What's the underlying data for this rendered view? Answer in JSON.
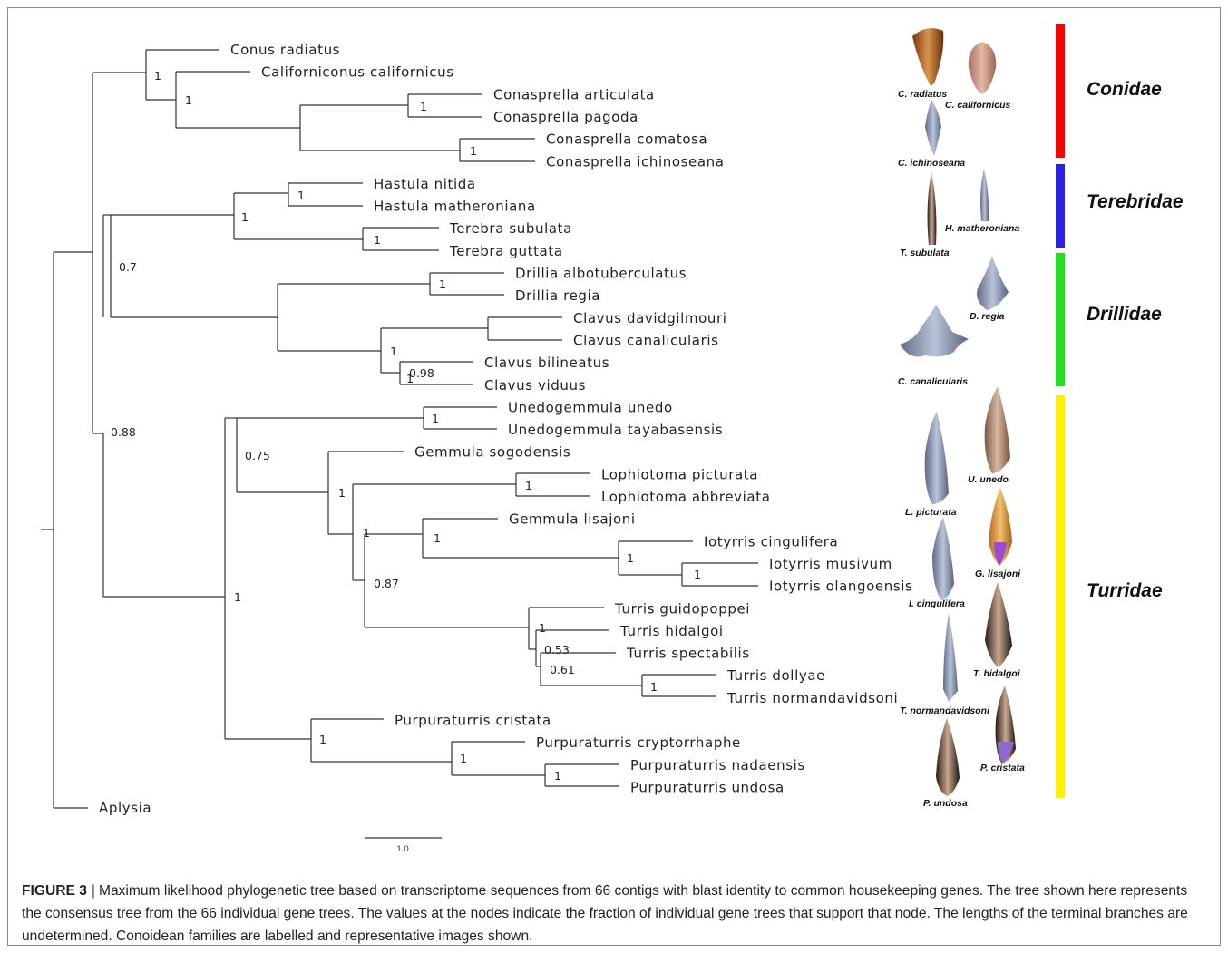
{
  "tree": {
    "line_color": "#333333",
    "taxa": [
      "Conus radiatus",
      "Californiconus californicus",
      "Conasprella articulata",
      "Conasprella pagoda",
      "Conasprella comatosa",
      "Conasprella ichinoseana",
      "Hastula nitida",
      "Hastula matheroniana",
      "Terebra subulata",
      "Terebra guttata",
      "Drillia albotuberculatus",
      "Drillia regia",
      "Clavus davidgilmouri",
      "Clavus canalicularis",
      "Clavus bilineatus",
      "Clavus viduus",
      "Unedogemmula unedo",
      "Unedogemmula tayabasensis",
      "Gemmula sogodensis",
      "Lophiotoma picturata",
      "Lophiotoma abbreviata",
      "Gemmula lisajoni",
      "Iotyrris cingulifera",
      "Iotyrris musivum",
      "Iotyrris olangoensis",
      "Turris guidopoppei",
      "Turris hidalgoi",
      "Turris spectabilis",
      "Turris dollyae",
      "Turris normandavidsoni",
      "Purpuraturris cristata",
      "Purpuraturris cryptorrhaphe",
      "Purpuraturris nadaensis",
      "Purpuraturris undosa",
      "Aplysia"
    ],
    "support_values": [
      "1",
      "1",
      "1",
      "1",
      "0.7",
      "1",
      "1",
      "1",
      "1",
      "1",
      "1",
      "0.98",
      "0.88",
      "0.75",
      "1",
      "1",
      "1",
      "1",
      "1",
      "0.87",
      "1",
      "0.53",
      "0.61",
      "1",
      "1",
      "1",
      "1",
      "1"
    ],
    "scale_label": "1.0"
  },
  "families": [
    {
      "name": "Conidae",
      "color": "#ff0000"
    },
    {
      "name": "Terebridae",
      "color": "#2a20e6"
    },
    {
      "name": "Drillidae",
      "color": "#22e022"
    },
    {
      "name": "Turridae",
      "color": "#fff200"
    }
  ],
  "shell_labels": [
    "C. radiatus",
    "C. californicus",
    "C. ichinoseana",
    "H. matheroniana",
    "T. subulata",
    "D. regia",
    "C. canalicularis",
    "U. unedo",
    "L. picturata",
    "G. lisajoni",
    "I. cingulifera",
    "T. hidalgoi",
    "T. normandavidsoni",
    "P. cristata",
    "P. undosa"
  ],
  "caption": {
    "label": "FIGURE 3 |",
    "text": " Maximum likelihood phylogenetic tree based on transcriptome sequences from 66 contigs with blast identity to common housekeeping genes. The tree shown here represents the consensus tree from the 66 individual gene trees. The values at the nodes indicate the fraction of individual gene trees that support that node. The lengths of the terminal branches are undetermined. Conoidean families are labelled and representative images shown."
  }
}
